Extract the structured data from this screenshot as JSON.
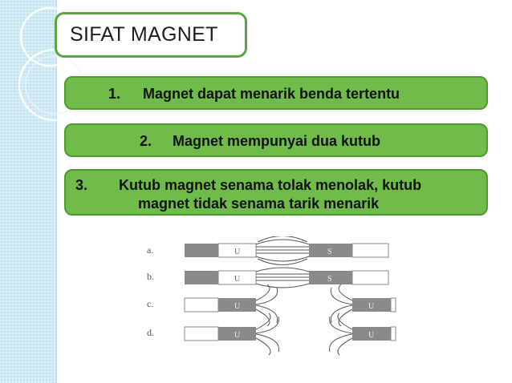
{
  "slide": {
    "title": "SIFAT MAGNET",
    "points": [
      {
        "num": "1.",
        "text": "Magnet dapat menarik benda tertentu"
      },
      {
        "num": "2.",
        "text": "Magnet mempunyai dua kutub"
      },
      {
        "num": "3.",
        "text": "Kutub magnet senama tolak menolak, kutub",
        "text2": "magnet tidak senama tarik menarik"
      }
    ]
  },
  "figure": {
    "rows": [
      {
        "label": "a.",
        "left_pole": "U",
        "right_pole": "S",
        "interaction": "attract"
      },
      {
        "label": "b.",
        "left_pole": "U",
        "right_pole": "S",
        "interaction": "attract"
      },
      {
        "label": "c.",
        "left_pole": "U",
        "right_pole": "U",
        "interaction": "repel"
      },
      {
        "label": "d.",
        "left_pole": "U",
        "right_pole": "U",
        "interaction": "repel"
      }
    ]
  },
  "colors": {
    "accent_green": "#6fbc4a",
    "title_border": "#5aa53c",
    "left_band": "#d7edf6"
  }
}
